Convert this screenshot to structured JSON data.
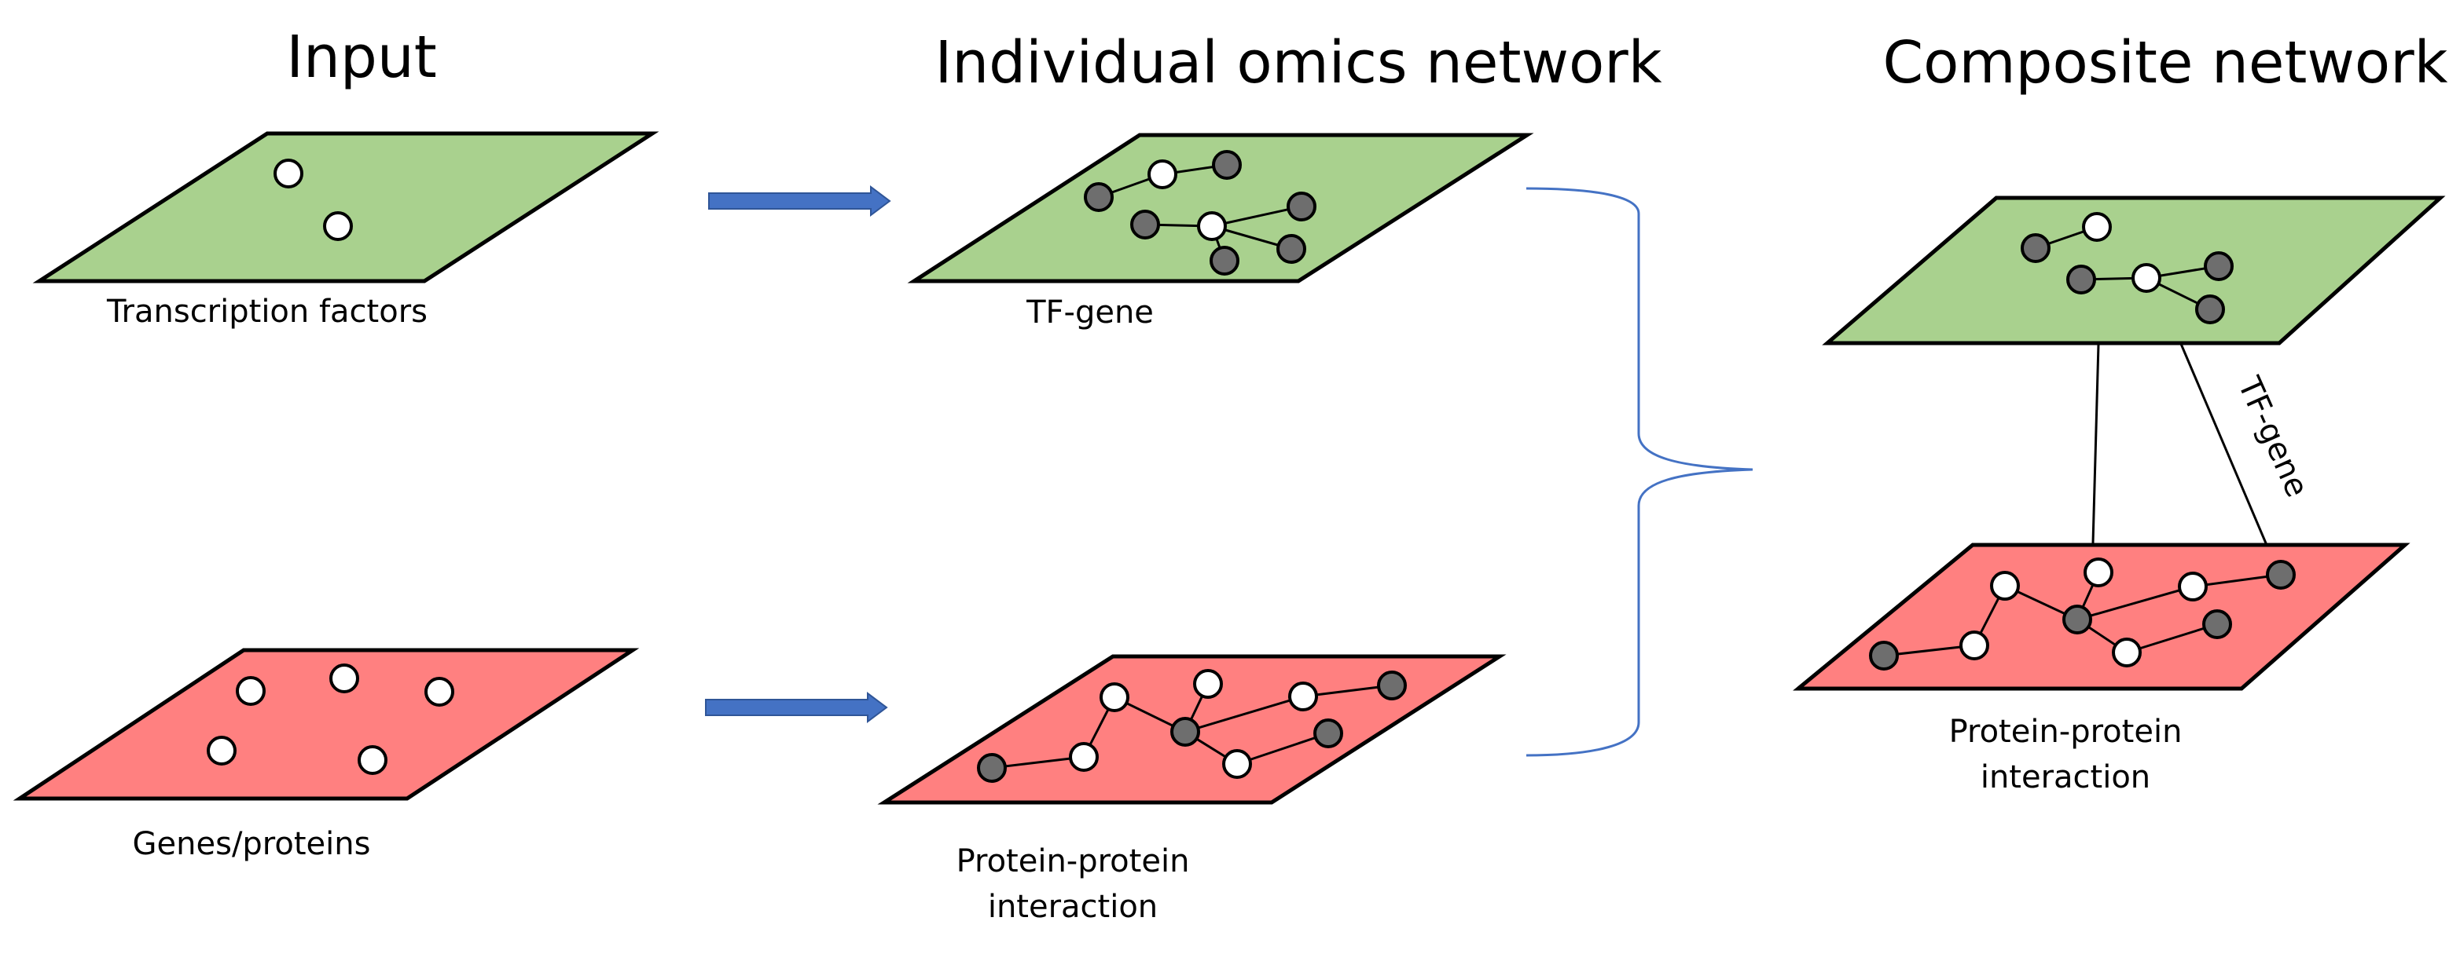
{
  "headings": {
    "input": "Input",
    "individual": "Individual omics network",
    "composite": "Composite network"
  },
  "captions": {
    "transcription_factors": "Transcription factors",
    "genes_proteins": "Genes/proteins",
    "tf_gene": "TF-gene",
    "ppi_line1": "Protein-protein",
    "ppi_line2": "interaction",
    "composite_ppi_line1": "Protein-protein",
    "composite_ppi_line2": "interaction",
    "composite_link": "TF-gene"
  },
  "colors": {
    "tf_plane": "#a9d18e",
    "gene_plane": "#ff8080",
    "arrow": "#4472c4",
    "brace": "#4472c4",
    "node_hollow": "#ffffff",
    "node_filled": "#6e6e6e",
    "outline": "#000000"
  },
  "icons": {
    "arrow_top": "right-arrow",
    "arrow_bottom": "right-arrow",
    "brace": "right-curly-brace"
  }
}
